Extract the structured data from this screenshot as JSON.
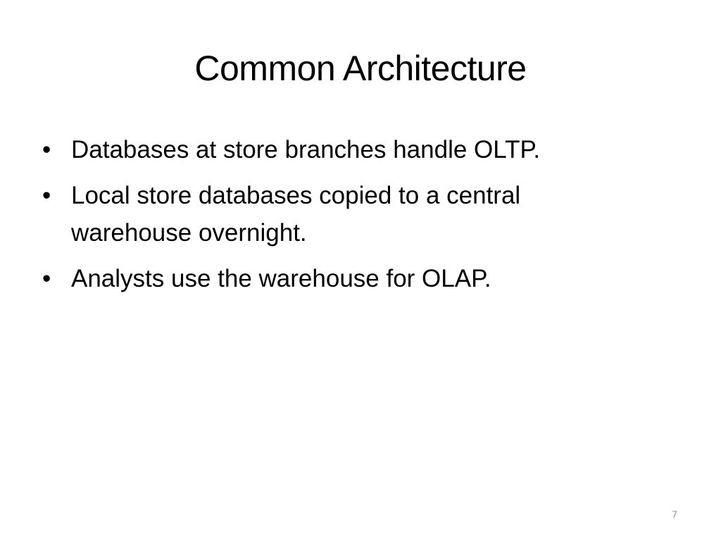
{
  "slide": {
    "title": "Common Architecture",
    "bullet_symbol": "•",
    "bullets": [
      "Databases at store branches handle OLTP.",
      "Local store databases copied to a central warehouse overnight.",
      "Analysts use the warehouse for OLAP."
    ],
    "page_number": "7"
  }
}
